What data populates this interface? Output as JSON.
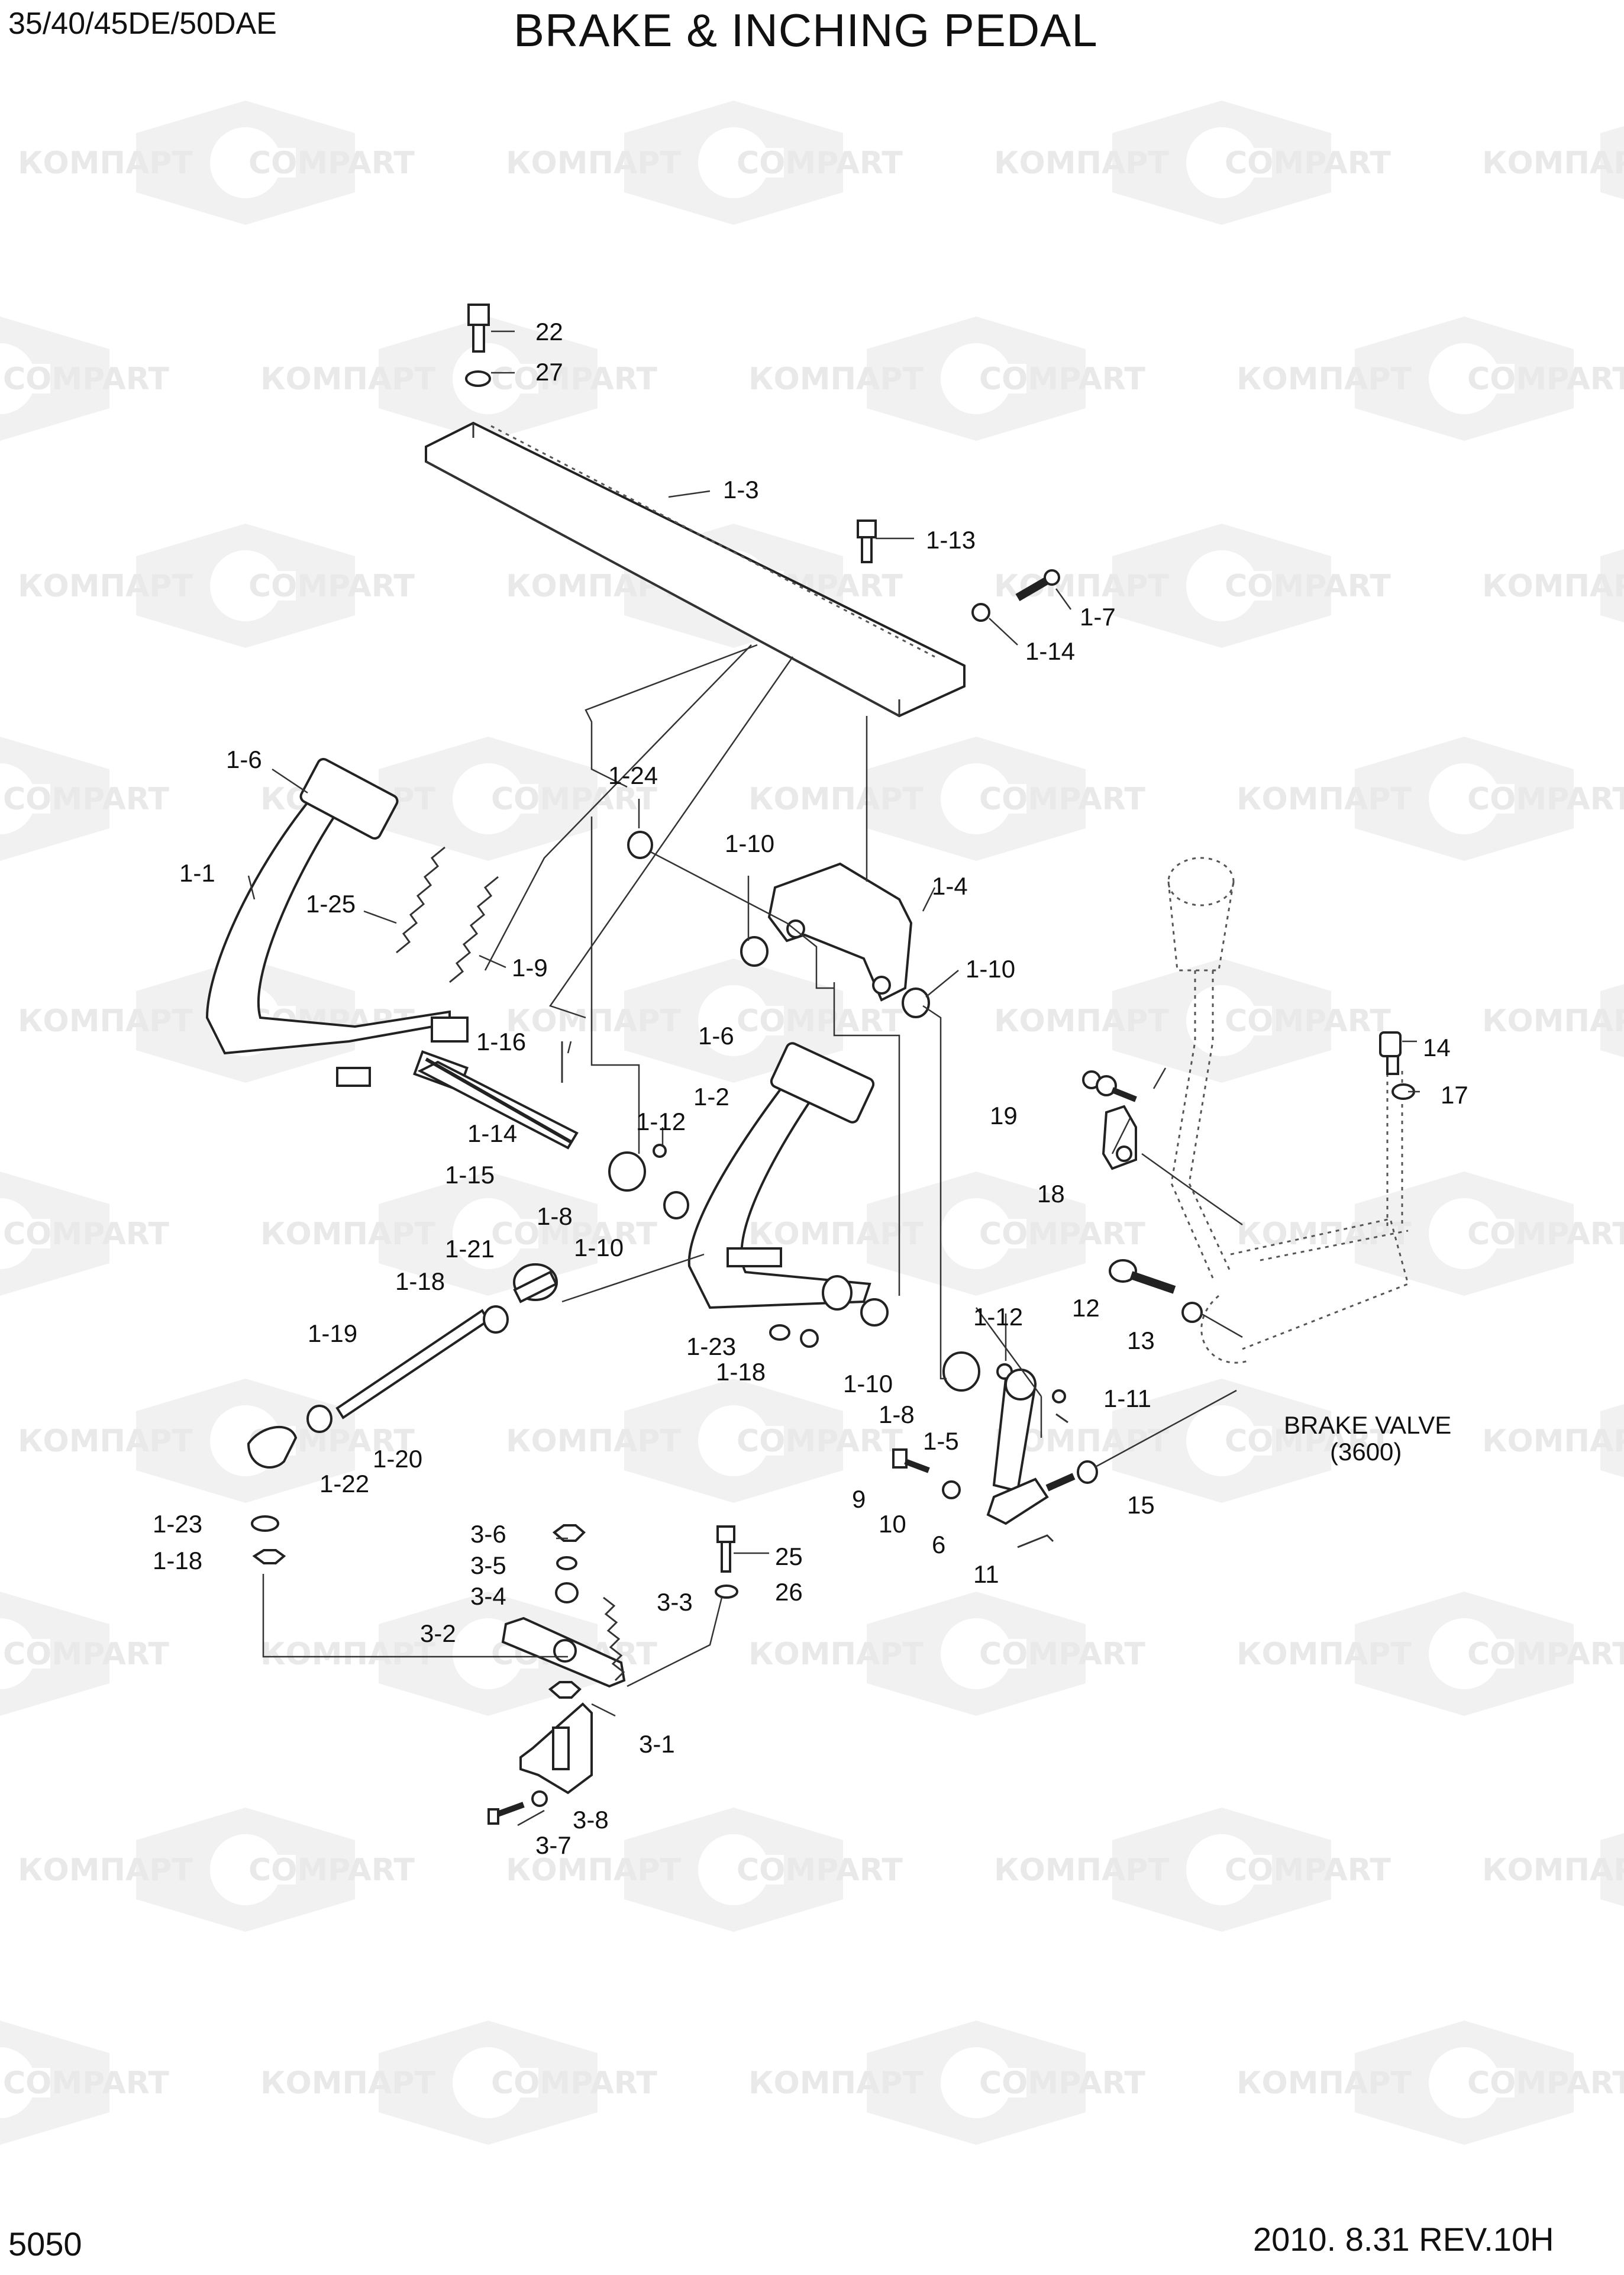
{
  "header": {
    "model": "35/40/45DE/50DAE",
    "title": "BRAKE & INCHING PEDAL"
  },
  "footer": {
    "page_number": "5050",
    "date_revision": "2010. 8.31  REV.10H"
  },
  "watermark": {
    "text_left": "КОМПАРТ",
    "text_right": "COMPART",
    "color": "#e9e9e9"
  },
  "note": {
    "line1": "BRAKE VALVE",
    "line2": "(3600)"
  },
  "callouts": [
    {
      "id": "c-22",
      "text": "22"
    },
    {
      "id": "c-27",
      "text": "27"
    },
    {
      "id": "c-1-3",
      "text": "1-3"
    },
    {
      "id": "c-1-13",
      "text": "1-13"
    },
    {
      "id": "c-1-7",
      "text": "1-7"
    },
    {
      "id": "c-1-14a",
      "text": "1-14"
    },
    {
      "id": "c-1-6a",
      "text": "1-6"
    },
    {
      "id": "c-1-24",
      "text": "1-24"
    },
    {
      "id": "c-1-10a",
      "text": "1-10"
    },
    {
      "id": "c-1-4",
      "text": "1-4"
    },
    {
      "id": "c-1-1",
      "text": "1-1"
    },
    {
      "id": "c-1-25",
      "text": "1-25"
    },
    {
      "id": "c-1-9",
      "text": "1-9"
    },
    {
      "id": "c-1-10b",
      "text": "1-10"
    },
    {
      "id": "c-14",
      "text": "14"
    },
    {
      "id": "c-17",
      "text": "17"
    },
    {
      "id": "c-1-16",
      "text": "1-16"
    },
    {
      "id": "c-1-6b",
      "text": "1-6"
    },
    {
      "id": "c-1-2",
      "text": "1-2"
    },
    {
      "id": "c-19",
      "text": "19"
    },
    {
      "id": "c-1-14b",
      "text": "1-14"
    },
    {
      "id": "c-1-12a",
      "text": "1-12"
    },
    {
      "id": "c-18",
      "text": "18"
    },
    {
      "id": "c-1-15",
      "text": "1-15"
    },
    {
      "id": "c-1-8a",
      "text": "1-8"
    },
    {
      "id": "c-1-10c",
      "text": "1-10"
    },
    {
      "id": "c-1-21",
      "text": "1-21"
    },
    {
      "id": "c-1-18a",
      "text": "1-18"
    },
    {
      "id": "c-12",
      "text": "12"
    },
    {
      "id": "c-13",
      "text": "13"
    },
    {
      "id": "c-1-12b",
      "text": "1-12"
    },
    {
      "id": "c-1-19",
      "text": "1-19"
    },
    {
      "id": "c-1-23a",
      "text": "1-23"
    },
    {
      "id": "c-1-18b",
      "text": "1-18"
    },
    {
      "id": "c-1-10d",
      "text": "1-10"
    },
    {
      "id": "c-1-8b",
      "text": "1-8"
    },
    {
      "id": "c-1-11",
      "text": "1-11"
    },
    {
      "id": "c-1-20",
      "text": "1-20"
    },
    {
      "id": "c-1-5",
      "text": "1-5"
    },
    {
      "id": "c-1-22",
      "text": "1-22"
    },
    {
      "id": "c-9",
      "text": "9"
    },
    {
      "id": "c-15",
      "text": "15"
    },
    {
      "id": "c-10",
      "text": "10"
    },
    {
      "id": "c-6",
      "text": "6"
    },
    {
      "id": "c-1-23b",
      "text": "1-23"
    },
    {
      "id": "c-3-6",
      "text": "3-6"
    },
    {
      "id": "c-25",
      "text": "25"
    },
    {
      "id": "c-1-18c",
      "text": "1-18"
    },
    {
      "id": "c-3-5",
      "text": "3-5"
    },
    {
      "id": "c-11",
      "text": "11"
    },
    {
      "id": "c-3-4",
      "text": "3-4"
    },
    {
      "id": "c-3-3",
      "text": "3-3"
    },
    {
      "id": "c-26",
      "text": "26"
    },
    {
      "id": "c-3-2",
      "text": "3-2"
    },
    {
      "id": "c-3-1",
      "text": "3-1"
    },
    {
      "id": "c-3-8",
      "text": "3-8"
    },
    {
      "id": "c-3-7",
      "text": "3-7"
    }
  ]
}
